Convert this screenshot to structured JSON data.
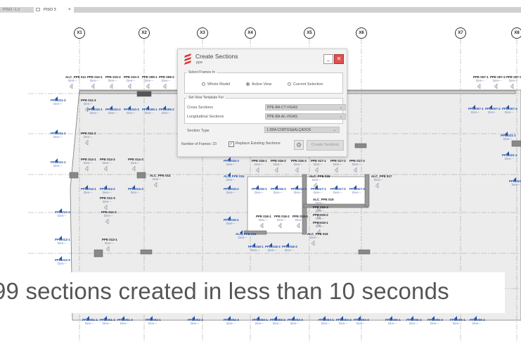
{
  "tabs": [
    {
      "label": "PISO -1.2",
      "active": false
    },
    {
      "label": "PISO 3",
      "active": true
    }
  ],
  "tab_close": "×",
  "axes": [
    "X1",
    "X2",
    "X3",
    "X4",
    "X5",
    "X6",
    "X7",
    "X8"
  ],
  "dialog": {
    "title": "Create Sections",
    "subtitle": "ppe",
    "minimize": "_",
    "close": "✕",
    "select_frames": {
      "legend": "Select Frames In",
      "options": [
        "Whole Model",
        "Active View",
        "Current Selection"
      ],
      "selected": "Active View"
    },
    "view_template": {
      "legend": "Set View Template For",
      "cross_label": "Cross Sections",
      "cross_value": "PPE-BA-CT-VIGAS",
      "long_label": "Longitudinal Sections",
      "long_value": "PPE-BA-AL-VIGAS"
    },
    "section_type_label": "Section Type",
    "section_type_value": "1-DIM-CORTES&ALÇADOS",
    "number_of_frames": "Number of Frames: 23",
    "replace_label": "Replace Existing Sections",
    "replace_checked": true,
    "create_button": "Create Sections"
  },
  "drawing": {
    "desc": "Des---",
    "labels": [
      "ALC_PPE 011",
      "PPE 010-1",
      "PPE 010-2",
      "PPE 010-3",
      "PPE 009-1",
      "PPE 009-2",
      "PPE 010-1",
      "PPE 010-2",
      "PPE 010-3",
      "PPE 009-1",
      "PPE 009-2",
      "PPE 011-3",
      "PPE 011-3",
      "PPE 011-2",
      "PPE 011-2",
      "PPE 011-1",
      "PPE 014-1",
      "PPE 014-2",
      "PPE 014-3",
      "ALC_PPE 014",
      "PPE 014-1",
      "PPE 014-2",
      "PPE 014-3",
      "PPE 012-3",
      "PPE 012-2",
      "PPE 012-2",
      "PPE 012-1",
      "PPE 013-1",
      "PPE 013-3",
      "PPE 015-3",
      "PPE 016-1",
      "PPE 016-2",
      "PPE 016-3",
      "PPE 017-1",
      "PPE 017-2",
      "PPE 017-3",
      "ALC_PPE 016",
      "ALC_PPE 018",
      "ALC_PPE 017",
      "PPE 015-2",
      "PPE 016-1",
      "PPE 016-2",
      "PPE 016-3",
      "PPE 017-1",
      "PPE 017-2",
      "PPE 017-3",
      "ALC_PPE 019",
      "PPE 019-3",
      "PPE 019-2",
      "PPE 019-1",
      "PPE 015-1",
      "PPE 018-1",
      "PPE 018-2",
      "PPE 018-3",
      "ALC_PPE 015",
      "ALC_PPE 019",
      "PPE 018-1",
      "PPE 018-2",
      "PPE 018-3",
      "PPE 007-1",
      "PPE 007-2",
      "PPE 007-3",
      "PPE 007-1",
      "PPE 007-2",
      "PPE 007-3",
      "PPE 021-1",
      "PPE 021-2",
      "PPE 021-3",
      "PPE 001-1",
      "PPE 001-2",
      "PPE 001-3",
      "PPE 002-1",
      "PPE 002-2",
      "PPE 002-3",
      "PPE 003-1",
      "PPE 003-2",
      "PPE 003-3",
      "PPE 004-1",
      "PPE 004-2",
      "PPE 004-3",
      "PPE 005-1",
      "PPE 005-2",
      "PPE 005-3",
      "PPE 006-1",
      "PPE 006-2"
    ]
  },
  "caption": "99 sections created in less than 10 seconds"
}
